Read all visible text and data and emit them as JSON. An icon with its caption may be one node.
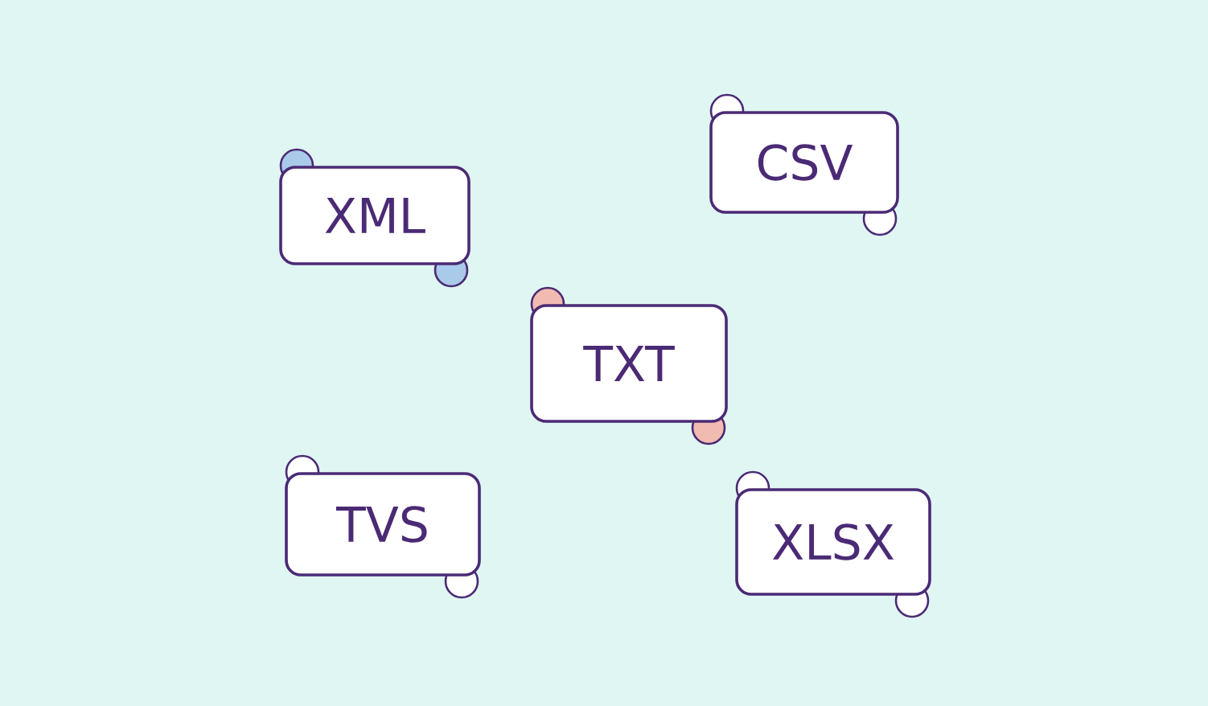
{
  "diagram": {
    "nodes": [
      {
        "text": [
          "XML"
        ]
      },
      {
        "text": [
          "CSV"
        ]
      },
      {
        "text": [
          "TXT"
        ]
      },
      {
        "text": [
          "TVS"
        ]
      },
      {
        "text": [
          "XLSX"
        ]
      }
    ]
  }
}
